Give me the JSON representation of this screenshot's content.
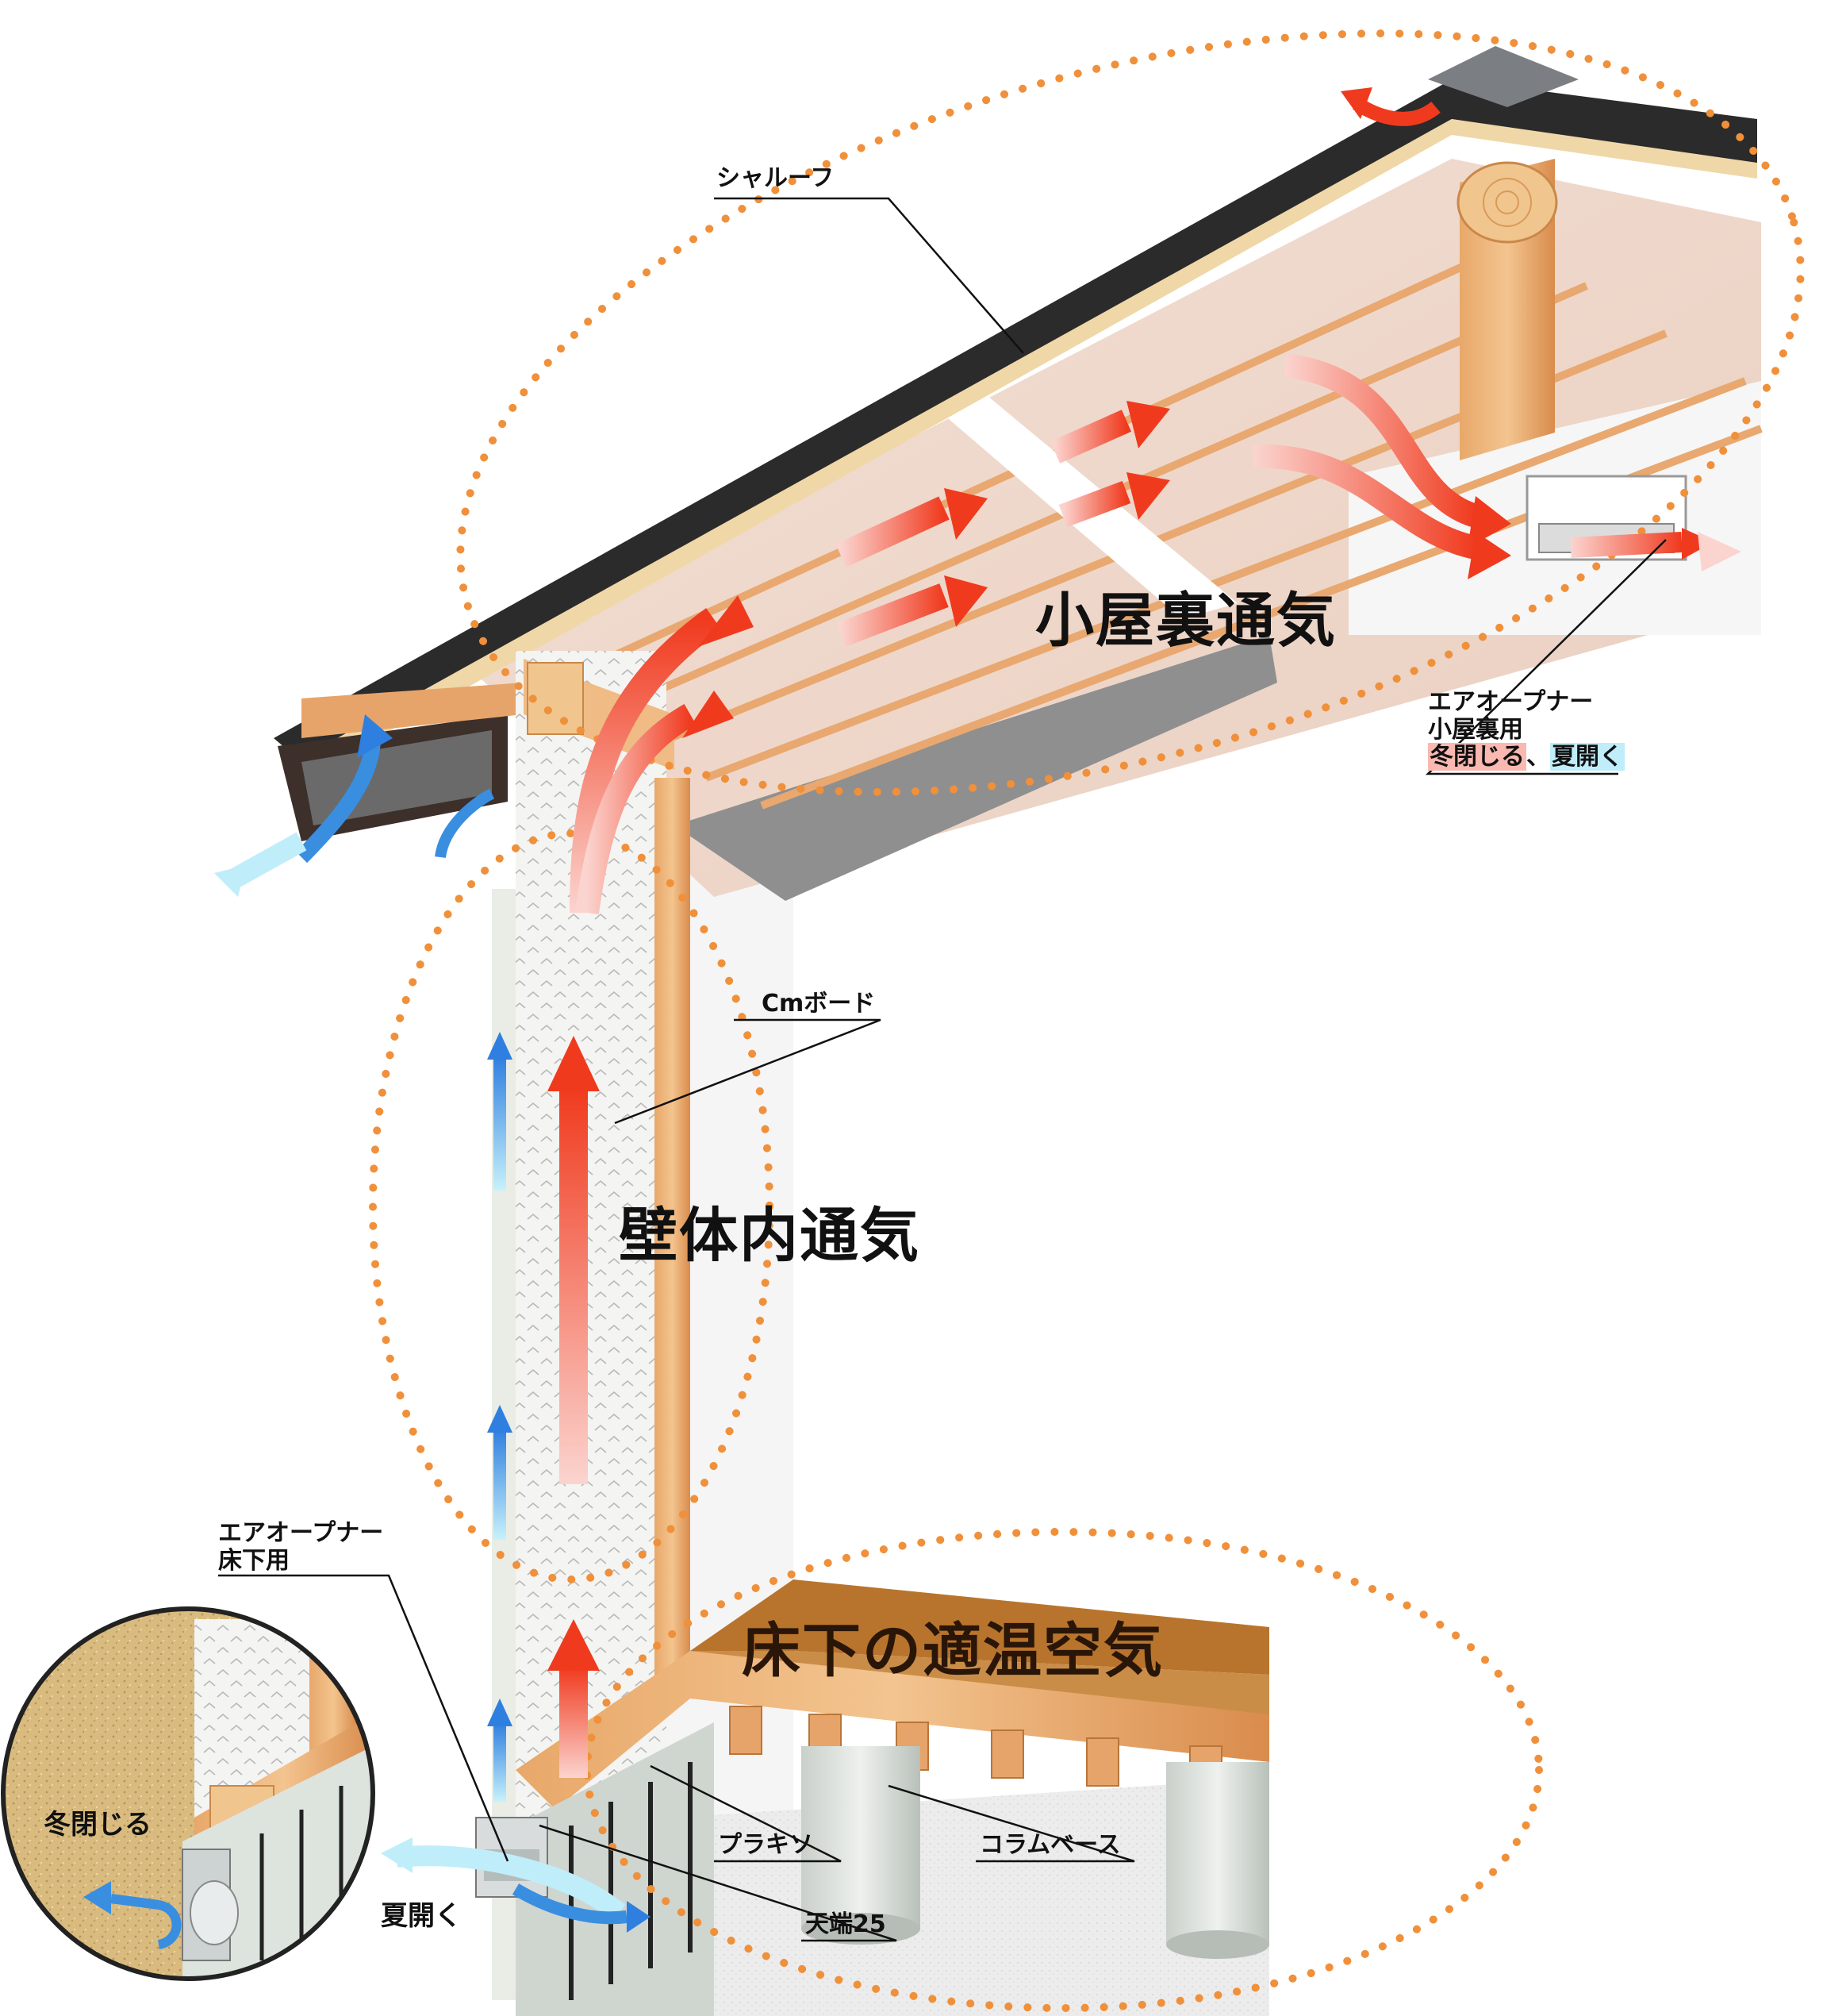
{
  "labels": {
    "shaluf": "シャルーフ",
    "attic_vent": "小屋裏通気",
    "air_opener_attic_line1": "エアオープナー",
    "air_opener_attic_line2": "小屋裏用",
    "winter_close_summer_open_a": "冬閉じる",
    "separator": "、",
    "winter_close_summer_open_b": "夏開く",
    "cm_board": "Cmボード",
    "wall_vent": "壁体内通気",
    "air_opener_floor_line1": "エアオープナー",
    "air_opener_floor_line2": "床下用",
    "underfloor_air": "床下の適温空気",
    "winter_close": "冬閉じる",
    "summer_open": "夏開く",
    "purakiso": "プラキソ",
    "tenba25": "天端25",
    "column_base": "コラムベース"
  },
  "colors": {
    "warm_arrow": "#f04a2a",
    "cool_arrow": "#3a8ee0",
    "dotted_outline": "#f0903a",
    "timber": "#e6a264",
    "roof_dark": "#2a2a2a",
    "ground": "#d4b57a"
  }
}
